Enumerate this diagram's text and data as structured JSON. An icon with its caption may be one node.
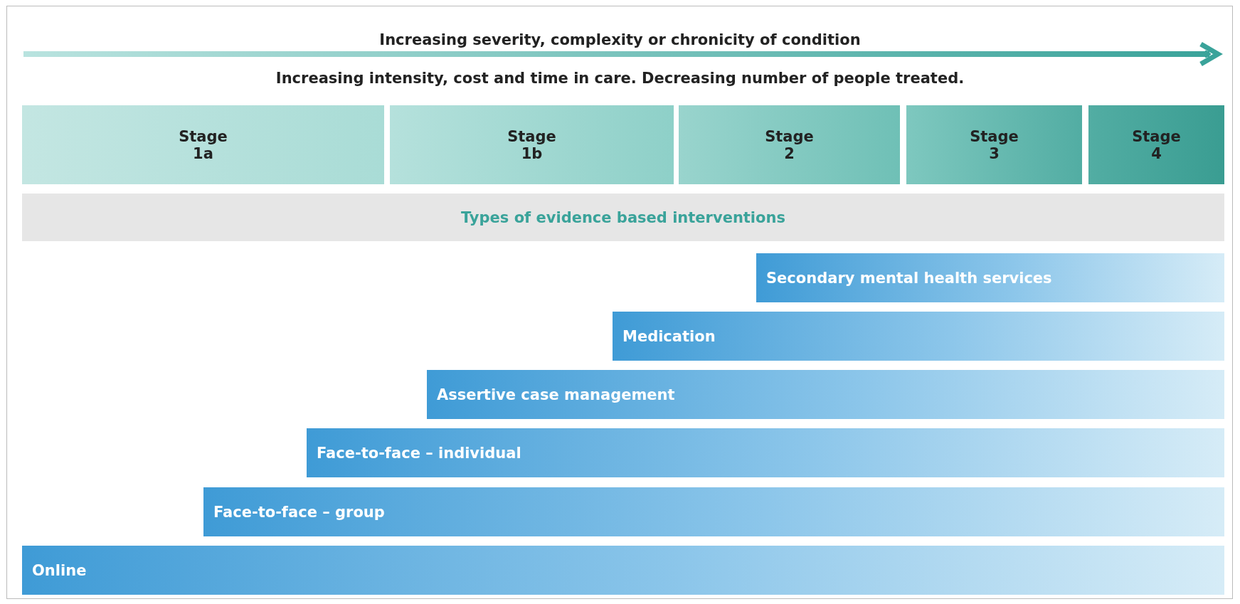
{
  "diagram": {
    "nodes": [
      {
        "text": [
          "Stage 1a"
        ]
      },
      {
        "text": [
          "Stage 1b"
        ]
      },
      {
        "text": [
          "Stage 2"
        ]
      },
      {
        "text": [
          "Stage 3"
        ]
      },
      {
        "text": [
          "Stage 4"
        ]
      },
      {
        "text": [
          "Types of evidence based interventions"
        ]
      },
      {
        "text": [
          "Secondary mental health services"
        ]
      },
      {
        "text": [
          "Medication"
        ]
      },
      {
        "text": [
          "Assertive case management"
        ]
      },
      {
        "text": [
          "Face-to-face – individual"
        ]
      },
      {
        "text": [
          "Face-to-face – group"
        ]
      },
      {
        "text": [
          "Online"
        ]
      }
    ],
    "edges": [],
    "labels": [
      "Increasing severity, complexity or chronicity of condition",
      "Increasing intensity, cost and time in care. Decreasing number of people treated."
    ]
  }
}
